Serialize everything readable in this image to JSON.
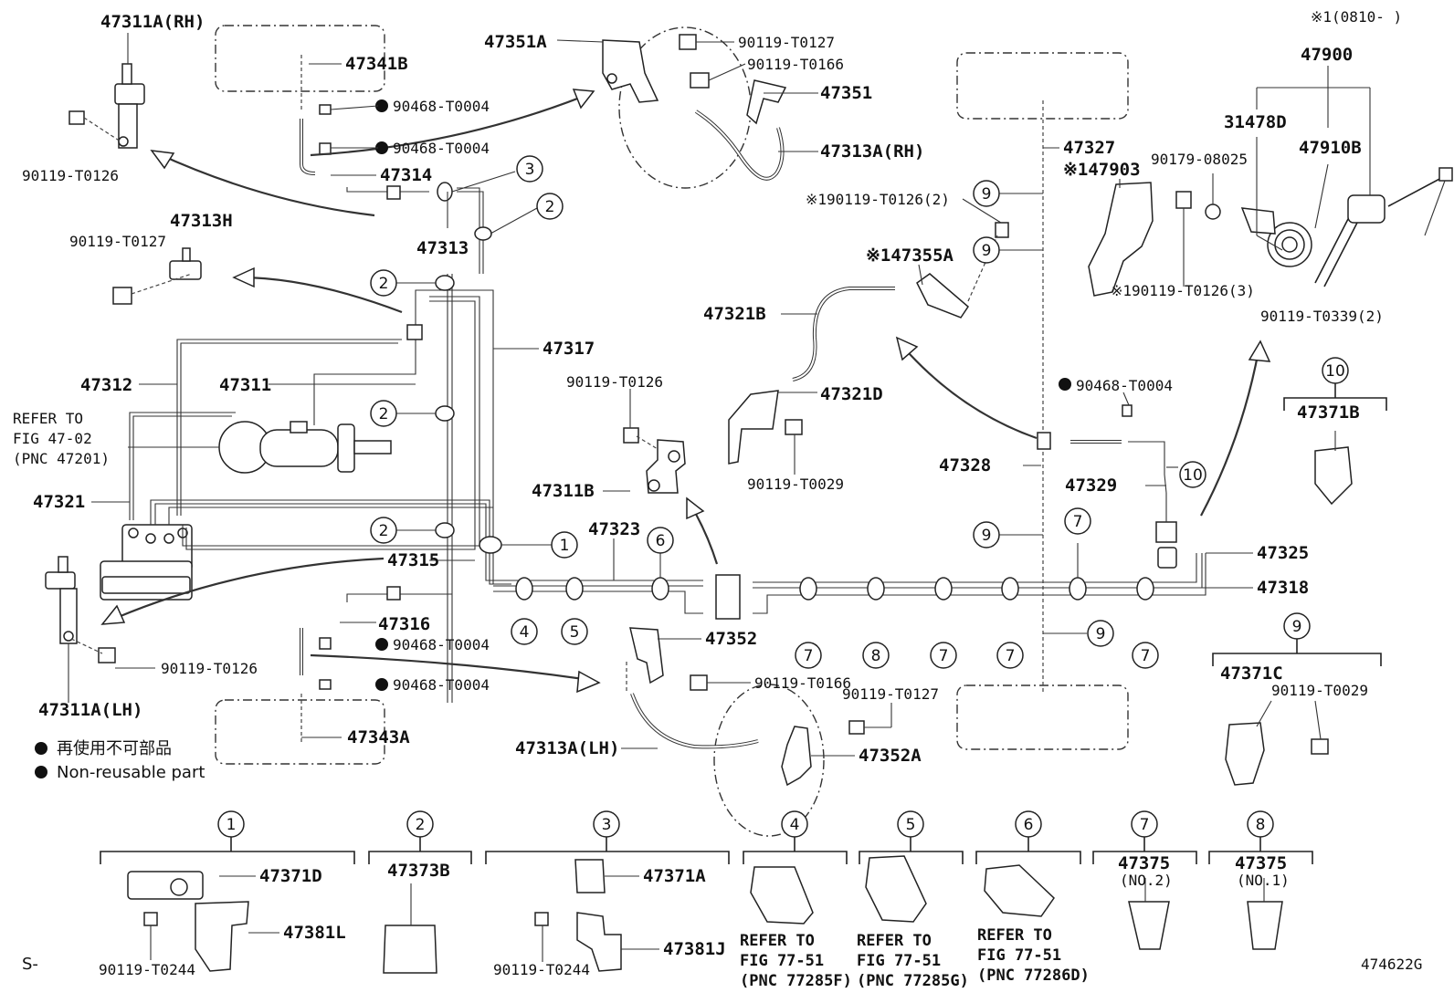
{
  "header_note": "※1(0810-      )",
  "footer_left": "S-",
  "footer_right": "474622G",
  "legend": {
    "jp": "再使用不可部品",
    "en": "Non-reusable part"
  },
  "labels": {
    "p47311A_RH": "47311A(RH)",
    "p47341B": "47341B",
    "p90468_a": "90468-T0004",
    "p90468_b": "90468-T0004",
    "p47314": "47314",
    "p47313": "47313",
    "p90119_T0126_a": "90119-T0126",
    "p47313H": "47313H",
    "p90119_T0127_a": "90119-T0127",
    "p47312": "47312",
    "p47311": "47311",
    "p47317": "47317",
    "refer_fig": "REFER TO",
    "refer_fig2": "FIG 47-02",
    "refer_fig3": "(PNC 47201)",
    "p47321": "47321",
    "p47315": "47315",
    "p47316": "47316",
    "p90468_c": "90468-T0004",
    "p90468_d": "90468-T0004",
    "p47311A_LH": "47311A(LH)",
    "p90119_T0126_b": "90119-T0126",
    "p47343A": "47343A",
    "p47351A": "47351A",
    "p90119_T0127_b": "90119-T0127",
    "p90119_T0166_a": "90119-T0166",
    "p47351": "47351",
    "p47313A_RH": "47313A(RH)",
    "p90119_T0126_c": "90119-T0126",
    "p47311B": "47311B",
    "p47323": "47323",
    "p47352": "47352",
    "p90119_T0166_b": "90119-T0166",
    "p90119_T0127_c": "90119-T0127",
    "p47313A_LH": "47313A(LH)",
    "p47352A": "47352A",
    "p47321B": "47321B",
    "p47321D": "47321D",
    "p90119_T0029_a": "90119-T0029",
    "p190119_T0126_2": "※190119-T0126(2)",
    "p147355A": "※147355A",
    "p47327": "47327",
    "p147903": "※147903",
    "p90468_e": "90468-T0004",
    "p47328": "47328",
    "p47329": "47329",
    "p47325": "47325",
    "p47318": "47318",
    "p47900": "47900",
    "p31478D": "31478D",
    "p90179": "90179-08025",
    "p47910B": "47910B",
    "p190119_T0126_3": "※190119-T0126(3)",
    "p90119_T0339": "90119-T0339(2)",
    "p47371B": "47371B",
    "p47371C": "47371C",
    "p90119_T0029_b": "90119-T0029"
  },
  "clips": [
    {
      "num": "1",
      "parts": [
        "47371D",
        "47381L",
        "90119-T0244"
      ]
    },
    {
      "num": "2",
      "parts": [
        "47373B"
      ]
    },
    {
      "num": "3",
      "parts": [
        "47371A",
        "47381J",
        "90119-T0244"
      ]
    },
    {
      "num": "4",
      "ref": [
        "REFER TO",
        "FIG 77-51",
        "(PNC 77285F)"
      ]
    },
    {
      "num": "5",
      "ref": [
        "REFER TO",
        "FIG 77-51",
        "(PNC 77285G)"
      ]
    },
    {
      "num": "6",
      "ref": [
        "REFER TO",
        "FIG 77-51",
        "(PNC 77286D)"
      ]
    },
    {
      "num": "7",
      "parts": [
        "47375",
        "(NO.2)"
      ]
    },
    {
      "num": "8",
      "parts": [
        "47375",
        "(NO.1)"
      ]
    },
    {
      "num": "9",
      "parts": [
        "47371C",
        "90119-T0029"
      ]
    },
    {
      "num": "10",
      "parts": [
        "47371B"
      ]
    }
  ],
  "callouts": [
    "1",
    "2",
    "2",
    "2",
    "2",
    "3",
    "4",
    "5",
    "6",
    "7",
    "7",
    "7",
    "7",
    "7",
    "8",
    "9",
    "9",
    "9",
    "9",
    "9",
    "10",
    "10"
  ]
}
